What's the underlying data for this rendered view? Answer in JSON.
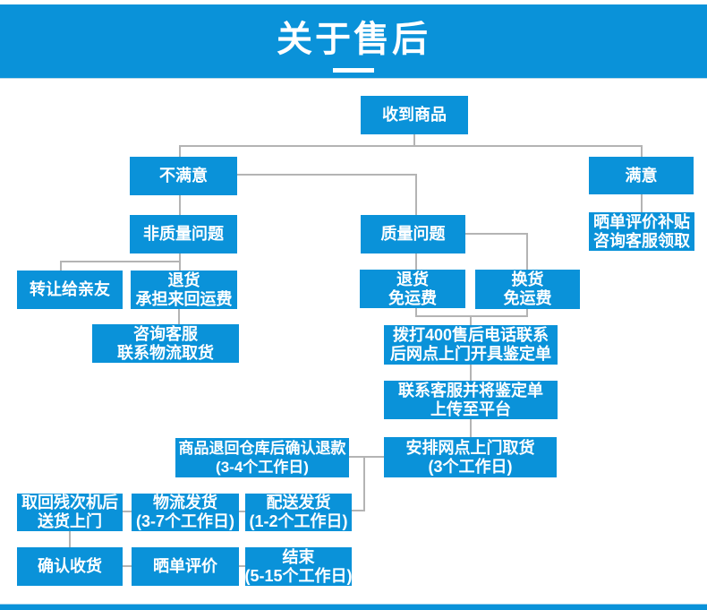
{
  "header": {
    "title": "关于售后"
  },
  "colors": {
    "primary_blue": "#0a92d9",
    "connector_gray": "#b4b4b4",
    "text_white": "#ffffff"
  },
  "nodes": {
    "received": [
      "收到商品"
    ],
    "unsatisfied": [
      "不满意"
    ],
    "satisfied": [
      "满意"
    ],
    "review_subsidy": [
      "晒单评价补贴",
      "咨询客服领取"
    ],
    "non_quality": [
      "非质量问题"
    ],
    "quality": [
      "质量问题"
    ],
    "transfer_friends": [
      "转让给亲友"
    ],
    "return_pay_shipping": [
      "退货",
      "承担来回运费"
    ],
    "return_free_shipping": [
      "退货",
      "免运费"
    ],
    "exchange_free_shipping": [
      "换货",
      "免运费"
    ],
    "consult_cs_pickup": [
      "咨询客服",
      "联系物流取货"
    ],
    "call_400": [
      "拨打400售后电话联系",
      "后网点上门开具鉴定单"
    ],
    "contact_cs_upload": [
      "联系客服并将鉴定单",
      "上传至平台"
    ],
    "arrange_pickup": [
      "安排网点上门取货",
      "(3个工作日)"
    ],
    "confirm_refund": [
      "商品退回仓库后确认退款",
      "(3-4个工作日)"
    ],
    "retrieve_defective": [
      "取回残次机后",
      "送货上门"
    ],
    "logistics_ship": [
      "物流发货",
      "(3-7个工作日)"
    ],
    "delivery_ship": [
      "配送发货",
      "(1-2个工作日)"
    ],
    "confirm_receipt": [
      "确认收货"
    ],
    "post_review": [
      "晒单评价"
    ],
    "finish": [
      "结束",
      "(5-15个工作日)"
    ]
  }
}
